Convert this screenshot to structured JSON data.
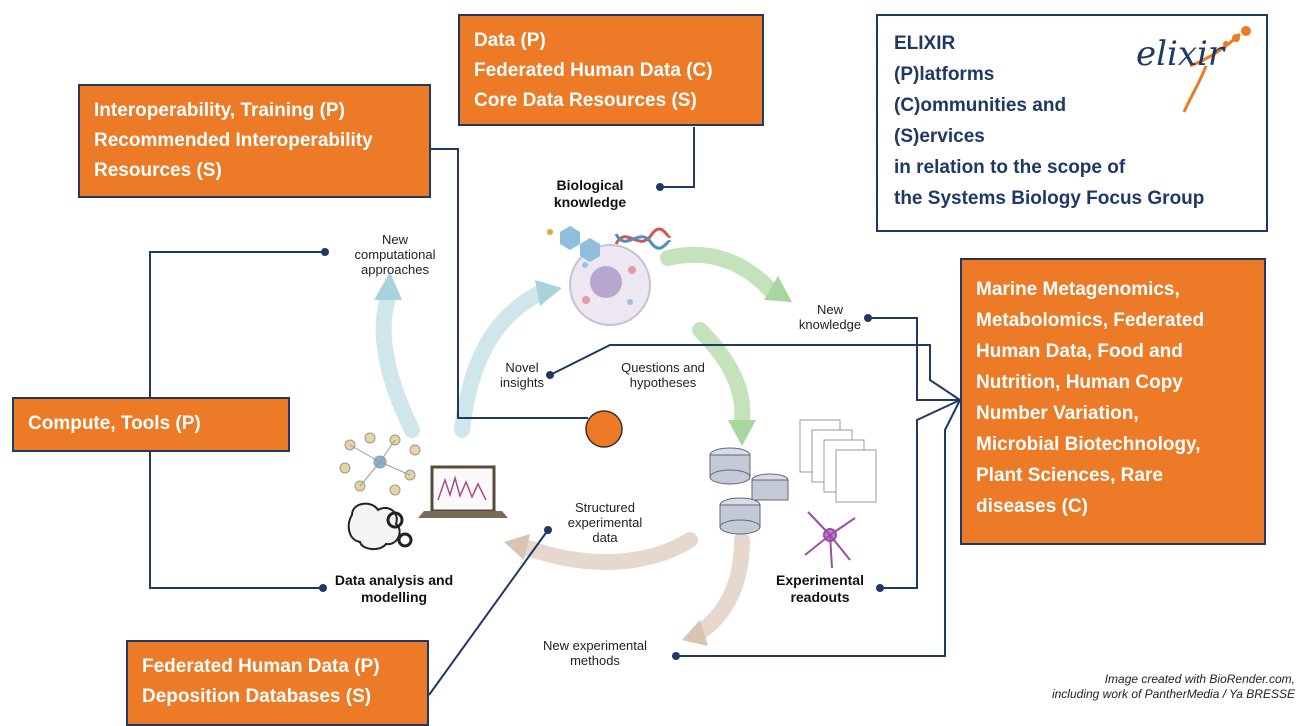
{
  "boxes": {
    "top_center": [
      "Data (P)",
      "Federated Human Data (C)",
      "Core Data Resources (S)"
    ],
    "top_left": [
      "Interoperability, Training (P)",
      "Recommended Interoperability",
      "Resources (S)"
    ],
    "left": [
      "Compute, Tools (P)"
    ],
    "bottom_left": [
      "Federated Human Data (P)",
      "Deposition Databases (S)"
    ],
    "right": [
      "Marine Metagenomics,",
      "Metabolomics,  Federated",
      "Human Data, Food and",
      "Nutrition, Human Copy",
      "Number Variation,",
      "Microbial Biotechnology,",
      "Plant Sciences, Rare",
      "diseases (C)"
    ]
  },
  "elixir": {
    "lines": [
      "ELIXIR",
      "(P)latforms",
      "(C)ommunities and",
      "(S)ervices",
      "in relation to the scope of",
      "the Systems Biology Focus Group"
    ],
    "logo_text": "elixir"
  },
  "labels": {
    "biological_knowledge": [
      "Biological",
      "knowledge"
    ],
    "new_computational": [
      "New",
      "computational",
      "approaches"
    ],
    "new_knowledge": [
      "New",
      "knowledge"
    ],
    "novel_insights": [
      "Novel",
      "insights"
    ],
    "questions": [
      "Questions and",
      "hypotheses"
    ],
    "structured": [
      "Structured",
      "experimental",
      "data"
    ],
    "data_analysis": [
      "Data analysis and",
      "modelling"
    ],
    "experimental_readouts": [
      "Experimental",
      "readouts"
    ],
    "new_experimental_methods": [
      "New experimental",
      "methods"
    ]
  },
  "credit": [
    "Image created with BioRender.com,",
    "including work of PantherMedia / Ya BRESSE"
  ],
  "colors": {
    "orange": "#ec7a26",
    "navy": "#1f3864",
    "green_arrow": "#a8d5a0",
    "blue_arrow": "#a9d3dc",
    "tan_arrow": "#d9c3b3"
  }
}
